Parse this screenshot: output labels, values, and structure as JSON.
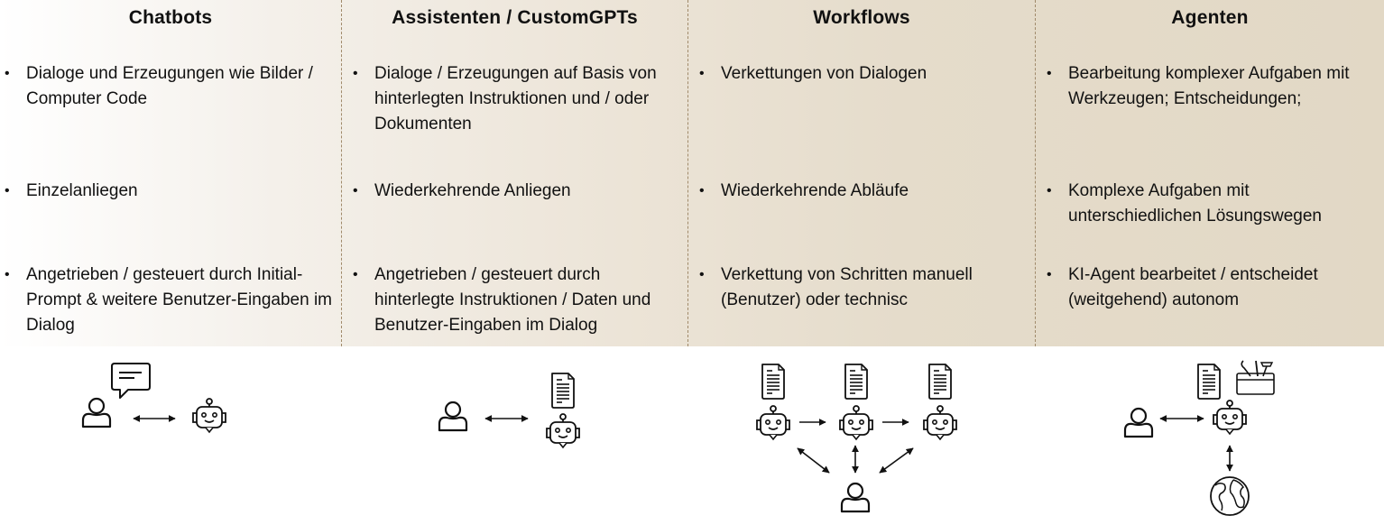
{
  "columns": [
    {
      "title": "Chatbots",
      "rows": [
        "Dialoge und Erzeugungen wie Bilder / Computer Code",
        "Einzelanliegen",
        "Angetrieben / gesteuert durch Initial-Prompt & weitere Benutzer-Eingaben im Dialog"
      ],
      "illustration": [
        "user-icon",
        "chat-bubble-icon",
        "bidirectional-arrow-icon",
        "robot-icon"
      ]
    },
    {
      "title": "Assistenten / CustomGPTs",
      "rows": [
        "Dialoge / Erzeugungen auf Basis von hinterlegten Instruktionen und / oder Dokumenten",
        "Wiederkehrende Anliegen",
        "Angetrieben / gesteuert durch hinterlegte Instruktionen / Daten und Benutzer-Eingaben im Dialog"
      ],
      "illustration": [
        "user-icon",
        "bidirectional-arrow-icon",
        "document-icon",
        "robot-icon"
      ]
    },
    {
      "title": "Workflows",
      "rows": [
        "Verkettungen von Dialogen",
        "Wiederkehrende Abläufe",
        "Verkettung von Schritten manuell (Benutzer) oder technisc"
      ],
      "illustration": [
        "document-icon",
        "robot-icon",
        "arrow-icon",
        "document-icon",
        "robot-icon",
        "arrow-icon",
        "document-icon",
        "robot-icon",
        "bidirectional-arrow-icon",
        "user-icon"
      ]
    },
    {
      "title": "Agenten",
      "rows": [
        "Bearbeitung komplexer Aufgaben mit Werkzeugen; Entscheidungen;",
        "Komplexe Aufgaben mit unterschiedlichen Lösungswegen",
        "KI-Agent bearbeitet / entscheidet (weitgehend) autonom"
      ],
      "illustration": [
        "user-icon",
        "bidirectional-arrow-icon",
        "document-icon",
        "toolbox-icon",
        "robot-icon",
        "bidirectional-arrow-icon",
        "globe-icon"
      ]
    }
  ],
  "bullet": "•",
  "colors": {
    "band_start": "#ffffff",
    "band_end": "#e2d8c5",
    "divider": "#a08a6a",
    "text": "#111111"
  }
}
